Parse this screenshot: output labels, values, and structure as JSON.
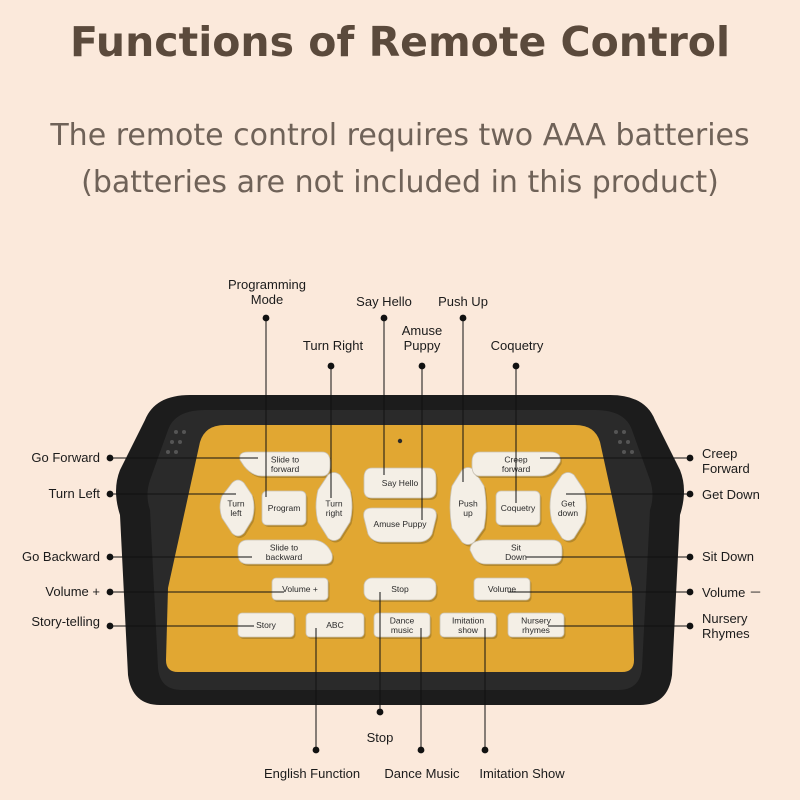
{
  "title": "Functions of Remote Control",
  "subtitle_line1": "The remote control requires two AAA batteries",
  "subtitle_line2": "(batteries are not included in this product)",
  "colors": {
    "background": "#fbe9db",
    "panel": "#e1a732",
    "body": "#1a1a1a",
    "button": "#f4efe6"
  },
  "remote_buttons": {
    "slide_forward": [
      "Slide to",
      "forward"
    ],
    "turn_left": [
      "Turn",
      "left"
    ],
    "program": [
      "Program"
    ],
    "turn_right": [
      "Turn",
      "right"
    ],
    "slide_backward": [
      "Slide to",
      "backward"
    ],
    "say_hello": [
      "Say Hello"
    ],
    "amuse_puppy": [
      "Amuse Puppy"
    ],
    "push_up": [
      "Push",
      "up"
    ],
    "creep_forward": [
      "Creep",
      "forward"
    ],
    "coquetry": [
      "Coquetry"
    ],
    "get_down": [
      "Get",
      "down"
    ],
    "sit_down": [
      "Sit",
      "Down"
    ],
    "volume_plus": [
      "Volume +"
    ],
    "stop": [
      "Stop"
    ],
    "volume_minus": [
      "Volume"
    ],
    "story": [
      "Story"
    ],
    "abc": [
      "ABC"
    ],
    "dance_music": [
      "Dance",
      "music"
    ],
    "imitation_show": [
      "Imitation",
      "show"
    ],
    "nursery_rhymes": [
      "Nursery",
      "rhymes"
    ]
  },
  "callouts": {
    "programming_mode": [
      "Programming",
      "Mode"
    ],
    "say_hello": [
      "Say Hello"
    ],
    "push_up": [
      "Push Up"
    ],
    "turn_right": [
      "Turn Right"
    ],
    "amuse_puppy": [
      "Amuse",
      "Puppy"
    ],
    "coquetry": [
      "Coquetry"
    ],
    "go_forward": [
      "Go Forward"
    ],
    "turn_left": [
      "Turn Left"
    ],
    "go_backward": [
      "Go Backward"
    ],
    "volume_plus": [
      "Volume +"
    ],
    "story_telling": [
      "Story-telling"
    ],
    "creep_forward": [
      "Creep",
      "Forward"
    ],
    "get_down": [
      "Get Down"
    ],
    "sit_down": [
      "Sit Down"
    ],
    "volume_minus": [
      "Volume －"
    ],
    "nursery_rhymes": [
      "Nursery",
      "Rhymes"
    ],
    "stop": [
      "Stop"
    ],
    "english_function": [
      "English Function"
    ],
    "dance_music": [
      "Dance Music"
    ],
    "imitation_show": [
      "Imitation Show"
    ]
  }
}
